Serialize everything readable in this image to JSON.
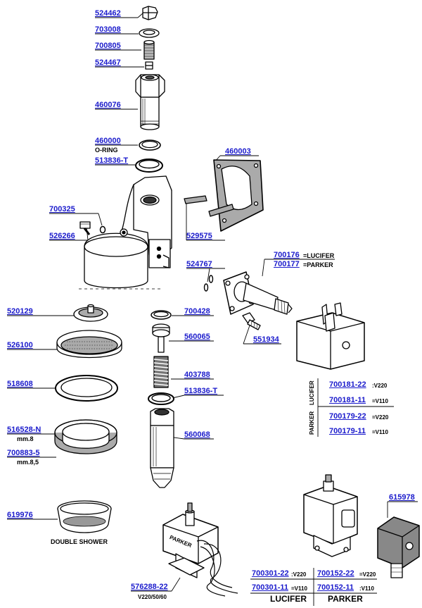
{
  "parts": {
    "p524462": "524462",
    "p703008": "703008",
    "p700805": "700805",
    "p524467": "524467",
    "p460076": "460076",
    "p460000": "460000",
    "oring": "O-RING",
    "p513836a": "513836-T",
    "p460003": "460003",
    "p700325": "700325",
    "p526266": "526266",
    "p529575": "529575",
    "p700176": "700176",
    "lucifer_eq": "=LUCIFER",
    "p700177": "700177",
    "parker_eq": "=PARKER",
    "p524767": "524767",
    "p520129": "520129",
    "p700428": "700428",
    "p560065": "560065",
    "p551934": "551934",
    "p526100": "526100",
    "p403788": "403788",
    "p518608": "518608",
    "p513836b": "513836-T",
    "p516528": "516528-N",
    "mm8": "mm.8",
    "p700883": "700883-5",
    "mm85": "mm.8,5",
    "p560068": "560068",
    "p700181_22": "700181-22",
    "v220a": ":V220",
    "p700181_11": "700181-11",
    "v110a": "=V110",
    "p700179_22": "700179-22",
    "v220b": "=V220",
    "p700179_11": "700179-11",
    "v110b": "=V110",
    "lucifer_vert": "LUCIFER",
    "parker_vert": "PARKER",
    "p619976": "619976",
    "double_shower": "DOUBLE SHOWER",
    "p615978": "615978",
    "p576288": "576288-22",
    "v220_50_60": "V220/50/60",
    "p700301_22": "700301-22",
    "v220c": ":V220",
    "p700152_22": "700152-22",
    "v220d": "=V220",
    "p700301_11": "700301-11",
    "v110c": "=V110",
    "p700152_11": "700152-11",
    "v110d": ":V110",
    "lucifer_footer": "LUCIFER",
    "parker_footer": "PARKER",
    "parker_body": "PARKER"
  }
}
